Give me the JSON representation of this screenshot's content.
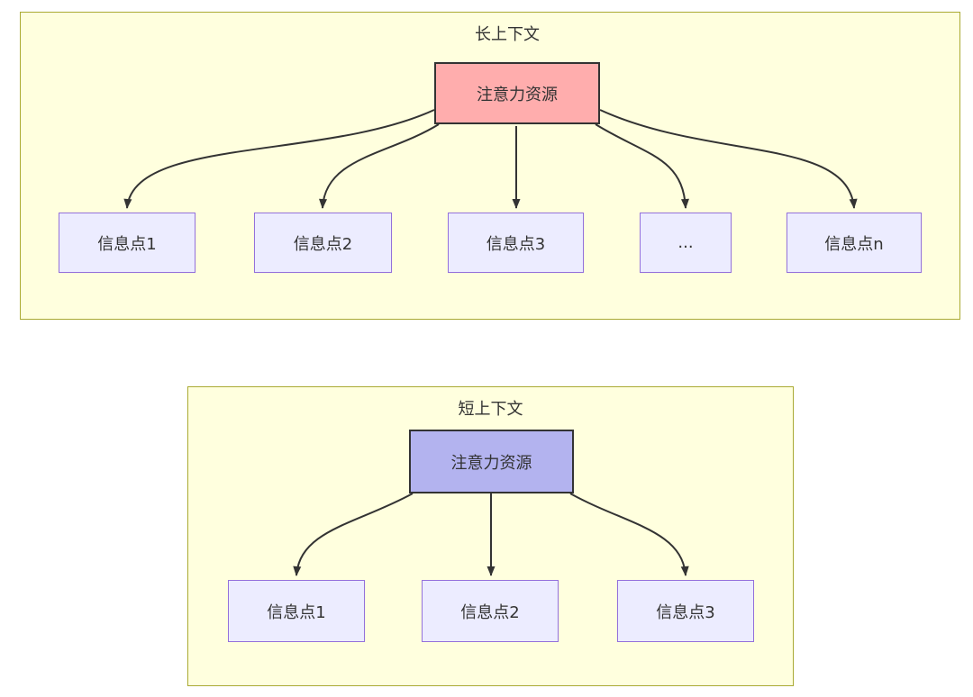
{
  "colors": {
    "container_fill": "#ffffde",
    "container_border": "#aaaa33",
    "node_fill": "#ececff",
    "node_border": "#9370db",
    "root_long_fill": "#ffadad",
    "root_short_fill": "#b3b3ef",
    "root_border": "#333333",
    "line": "#333333",
    "text": "#333333"
  },
  "long_context": {
    "title": "长上下文",
    "root_label": "注意力资源",
    "nodes": [
      {
        "label": "信息点1"
      },
      {
        "label": "信息点2"
      },
      {
        "label": "信息点3"
      },
      {
        "label": "..."
      },
      {
        "label": "信息点n"
      }
    ]
  },
  "short_context": {
    "title": "短上下文",
    "root_label": "注意力资源",
    "nodes": [
      {
        "label": "信息点1"
      },
      {
        "label": "信息点2"
      },
      {
        "label": "信息点3"
      }
    ]
  }
}
